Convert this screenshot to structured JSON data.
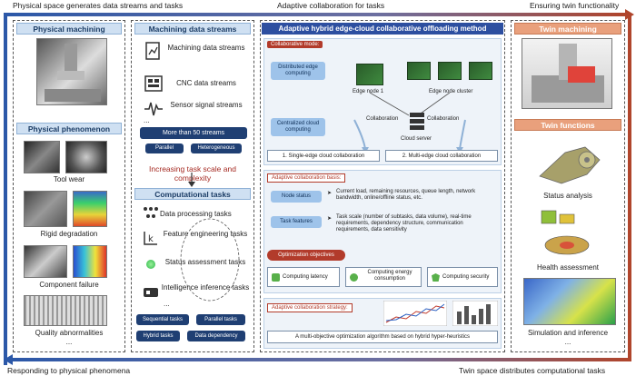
{
  "top": {
    "left": "Physical space generates data streams and tasks",
    "mid": "Adaptive collaboration for tasks",
    "right": "Ensuring twin functionality"
  },
  "bottom": {
    "left": "Responding to physical phenomena",
    "right": "Twin space distributes computational tasks"
  },
  "col1": {
    "machining_title": "Physical machining",
    "phenomenon_title": "Physical phenomenon",
    "items": [
      "Tool wear",
      "Rigid degradation",
      "Component failure",
      "Quality abnormalities"
    ],
    "ellipsis": "..."
  },
  "col2": {
    "streams_title": "Machining data streams",
    "streams": [
      "Machining data streams",
      "CNC data streams",
      "Sensor signal streams"
    ],
    "ellipsis": "...",
    "more": "More than 50 streams",
    "tags1": [
      "Parallel",
      "Heterogeneous"
    ],
    "increase": "Increasing task scale and complexity",
    "tasks_title": "Computational tasks",
    "tasks": [
      "Data processing tasks",
      "Feature engineering tasks",
      "Status assessment tasks",
      "Intelligence inference tasks"
    ],
    "tags2": [
      "Sequential tasks",
      "Parallel tasks",
      "Hybrid tasks",
      "Data dependency"
    ]
  },
  "col3": {
    "title": "Adaptive hybrid edge-cloud collaborative offloading method",
    "mode_label": "Collaborative mode:",
    "dist_edge": "Distributed edge computing",
    "central_cloud": "Centralized cloud computing",
    "edge_node1": "Edge node 1",
    "edge_cluster": "Edge node cluster",
    "collab": "Collaboration",
    "cloud_server": "Cloud server",
    "mode1": "1. Single-edge cloud collaboration",
    "mode2": "2. Multi-edge cloud collaboration",
    "basis_label": "Adaptive collaboration basis:",
    "node_status": "Node status",
    "node_status_desc": "Current load, remaining resources, queue length, network bandwidth, online/offline status, etc.",
    "task_features": "Task features",
    "task_features_desc": "Task scale (number of subtasks, data volume), real-time requirements, dependency structure, communication requirements, data sensitivity",
    "obj_label": "Optimization objectives",
    "objectives": [
      "Computing latency",
      "Computing energy consumption",
      "Computing security"
    ],
    "strategy_label": "Adaptive collaboration strategy:",
    "strategy": "A multi-objective optimization algorithm based on hybrid hyper-heuristics",
    "arrow": "➤"
  },
  "col4": {
    "twin_machining": "Twin machining",
    "twin_functions": "Twin functions",
    "functions": [
      "Status analysis",
      "Health assessment",
      "Simulation and inference"
    ],
    "ellipsis": "..."
  }
}
